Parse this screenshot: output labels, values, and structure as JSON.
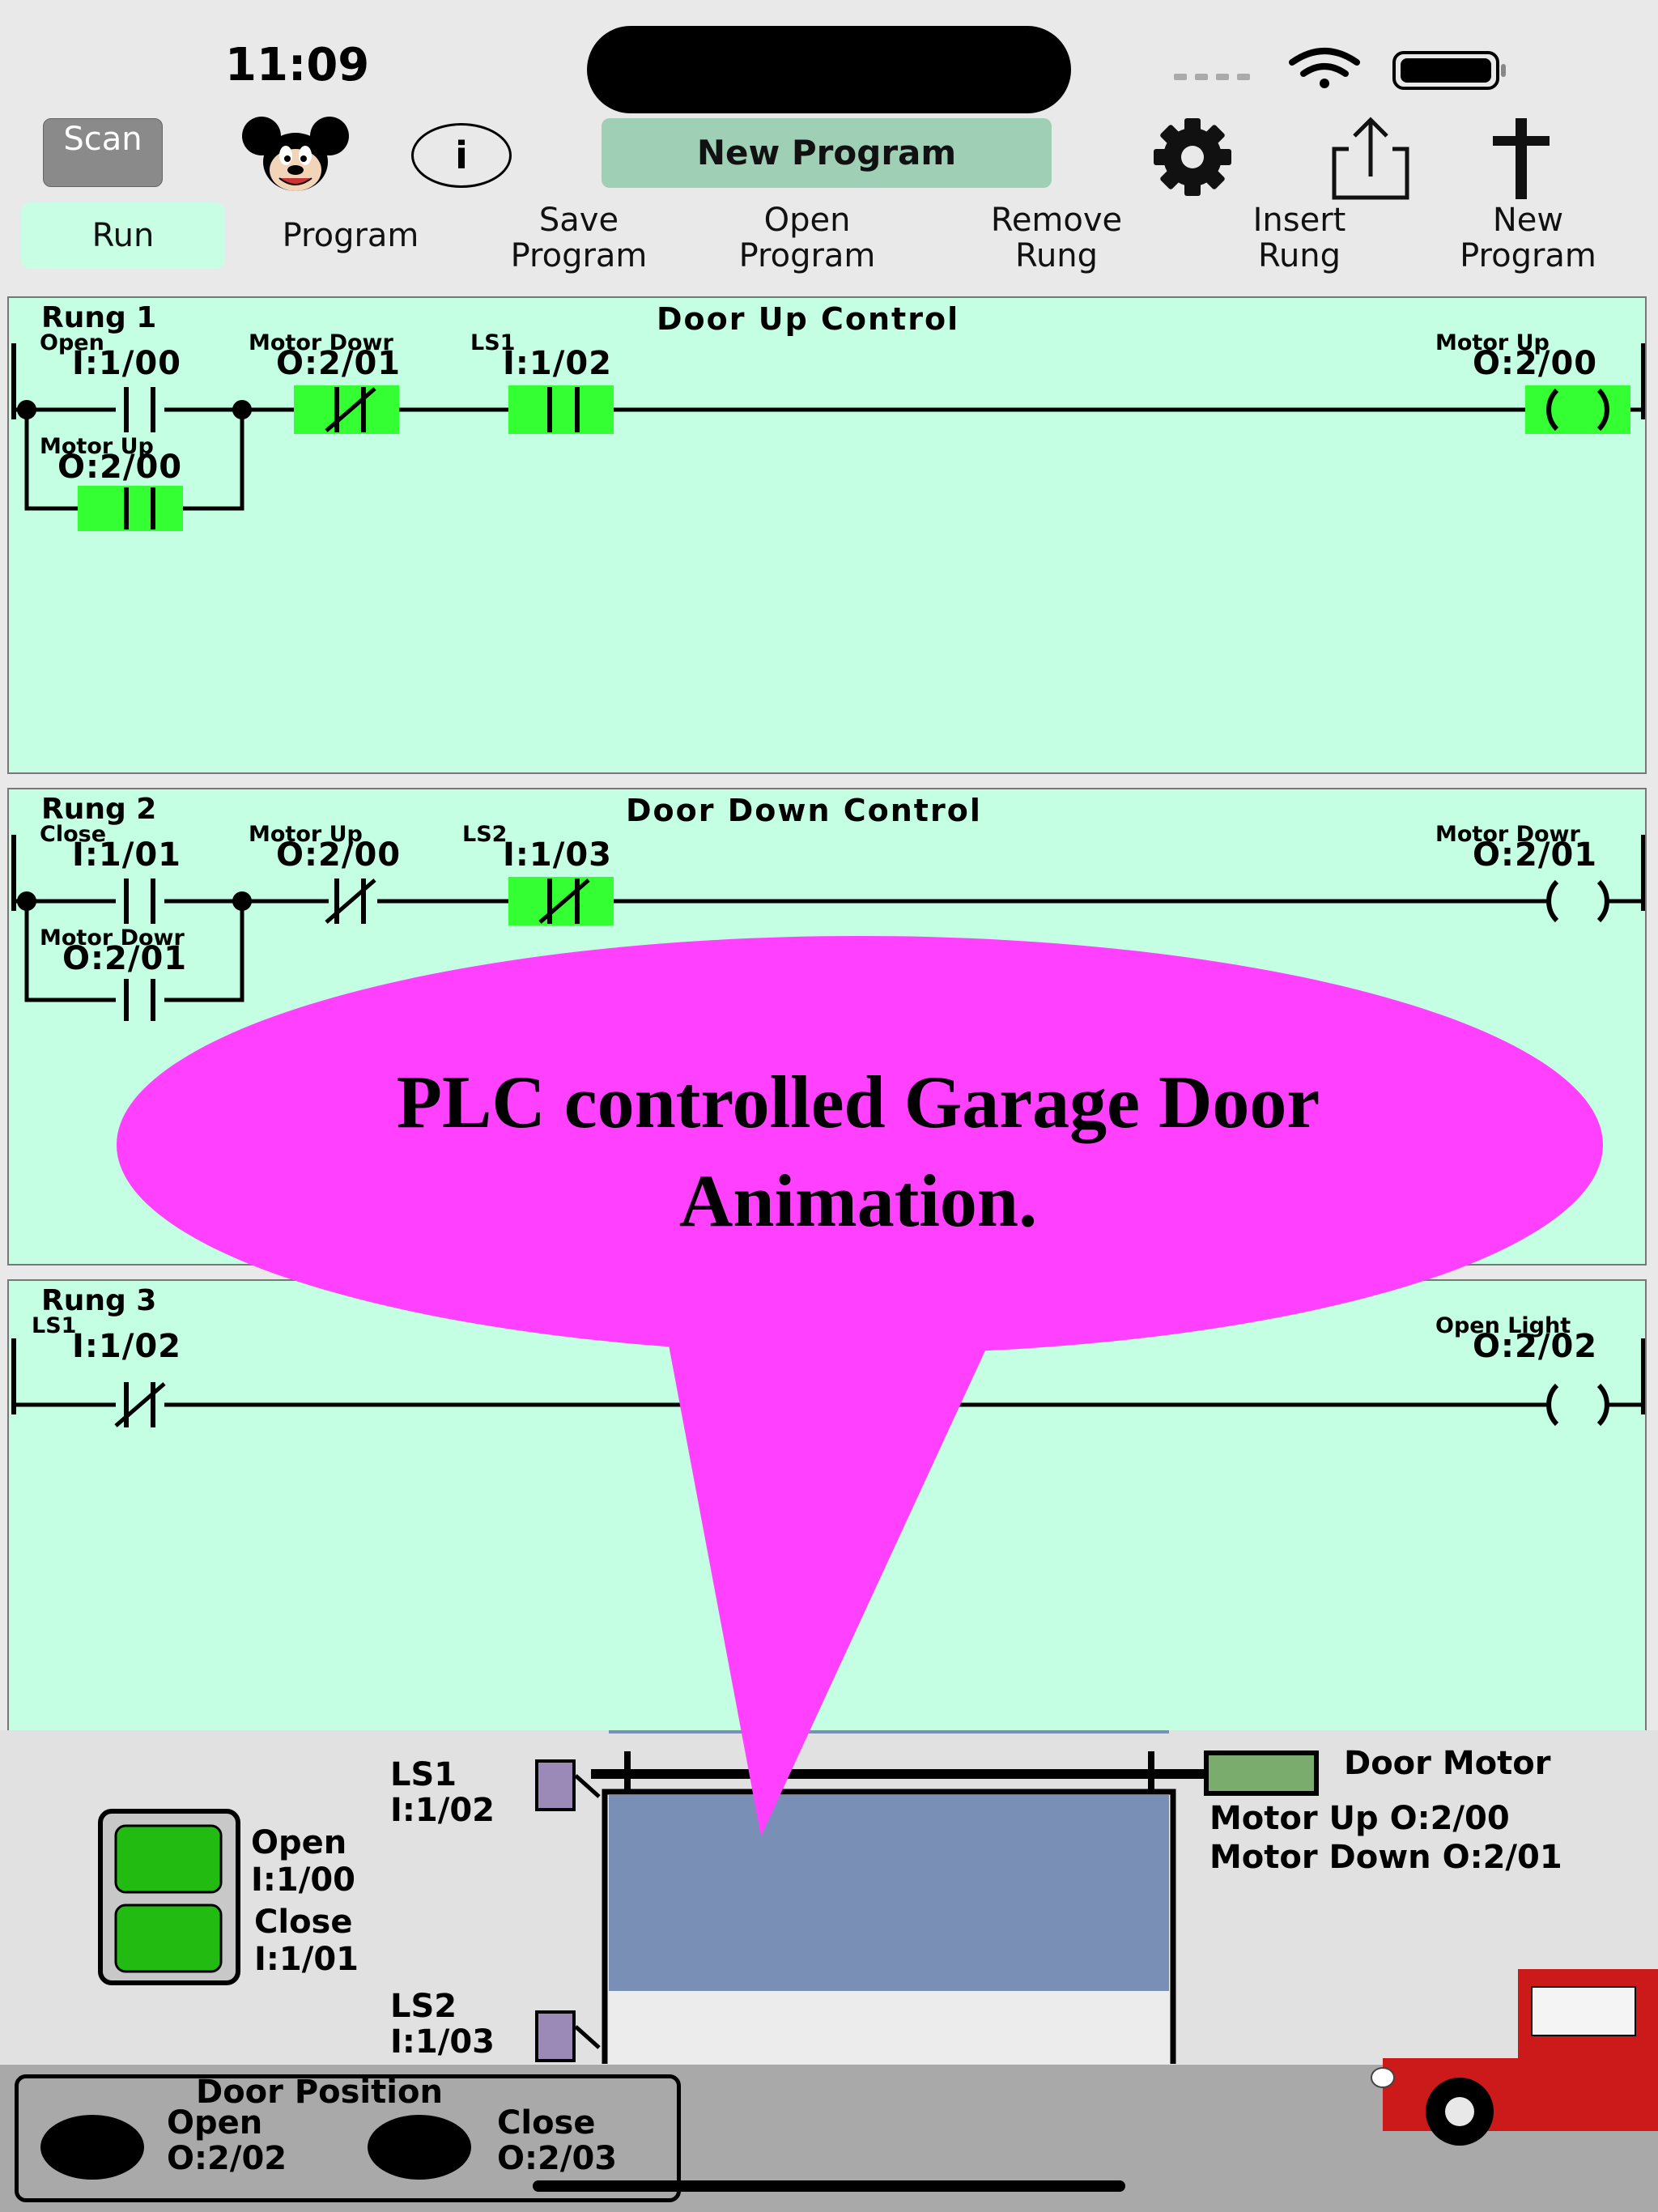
{
  "status_bar": {
    "time": "11:09"
  },
  "toolbar": {
    "scan_label": "Scan",
    "info_label": "i",
    "new_program_label": "New Program",
    "icons": [
      "mickey-icon",
      "info-icon",
      "gear-icon",
      "share-icon",
      "plus-icon"
    ]
  },
  "tabs": {
    "run": "Run",
    "program": "Program",
    "save": [
      "Save",
      "Program"
    ],
    "open": [
      "Open",
      "Program"
    ],
    "remove": [
      "Remove",
      "Rung"
    ],
    "insert": [
      "Insert",
      "Rung"
    ],
    "new": [
      "New",
      "Program"
    ]
  },
  "rungs": [
    {
      "label": "Rung 1",
      "title": "Door  Up  Control",
      "contacts": [
        {
          "name": "Open",
          "address": "I:1/00",
          "type": "NO",
          "energized": false
        },
        {
          "name": "Motor   Dowr",
          "address": "O:2/01",
          "type": "NC",
          "energized": true
        },
        {
          "name": "LS1",
          "address": "I:1/02",
          "type": "NO",
          "energized": true
        }
      ],
      "branch": {
        "name": "Motor Up",
        "address": "O:2/00",
        "type": "NO",
        "energized": true
      },
      "coil": {
        "name": "Motor Up",
        "address": "O:2/00",
        "energized": true
      }
    },
    {
      "label": "Rung 2",
      "title": "Door   Down  Control",
      "contacts": [
        {
          "name": "Close",
          "address": "I:1/01",
          "type": "NO",
          "energized": false
        },
        {
          "name": "Motor Up",
          "address": "O:2/00",
          "type": "NC",
          "energized": false
        },
        {
          "name": "LS2",
          "address": "I:1/03",
          "type": "NC",
          "energized": true
        }
      ],
      "branch": {
        "name": "Motor   Dowr",
        "address": "O:2/01",
        "type": "NO",
        "energized": false
      },
      "coil": {
        "name": "Motor   Dowr",
        "address": "O:2/01",
        "energized": false
      }
    },
    {
      "label": "Rung 3",
      "title": "",
      "contacts": [
        {
          "name": "LS1",
          "address": "I:1/02",
          "type": "NC",
          "energized": false
        }
      ],
      "coil": {
        "name": "Open   Light",
        "address": "O:2/02",
        "energized": false
      }
    }
  ],
  "callout": {
    "line1": "PLC controlled Garage Door",
    "line2": "Animation."
  },
  "animation": {
    "ls1": {
      "name": "LS1",
      "address": "I:1/02"
    },
    "ls2": {
      "name": "LS2",
      "address": "I:1/03"
    },
    "door_motor_title": "Door Motor",
    "motor_up": "Motor Up O:2/00",
    "motor_down": "Motor Down O:2/01",
    "open_button": {
      "name": "Open",
      "address": "I:1/00"
    },
    "close_button": {
      "name": "Close",
      "address": "I:1/01"
    },
    "door_position": {
      "title": "Door Position",
      "open": {
        "name": "Open",
        "address": "O:2/02"
      },
      "close": {
        "name": "Close",
        "address": "O:2/03"
      }
    }
  },
  "colors": {
    "rung_bg": "#c4ffe3",
    "energized": "#33ff33",
    "callout": "#ff40ff",
    "door": "#7a8fb5",
    "motor": "#7aac6e",
    "button": "#22bb11",
    "truck": "#cc1a1a",
    "limit_switch": "#9b8ab8"
  }
}
